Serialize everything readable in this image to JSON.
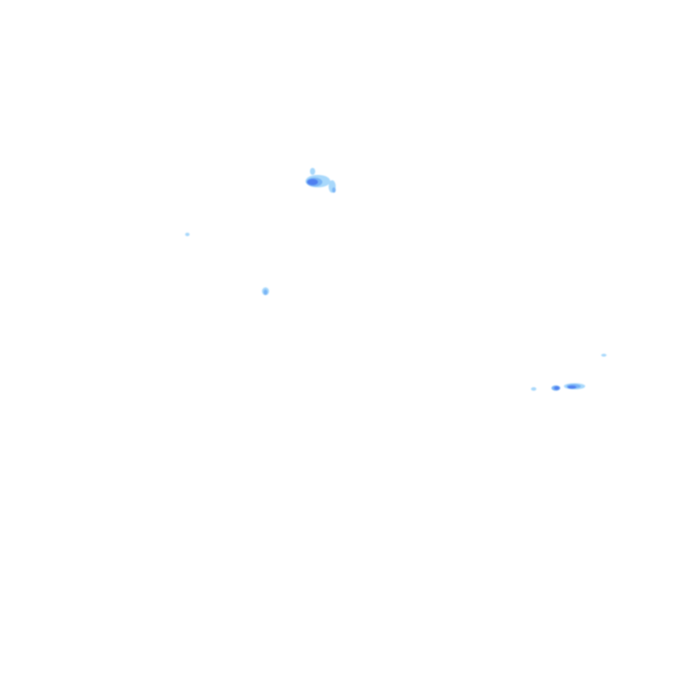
{
  "map": {
    "layer": "precipitation-radar",
    "background_color": "#ffffff",
    "intensity_colors": {
      "light": "#a8d8fb",
      "moderate": "#79b4f6",
      "heavy": "#4f7ff0"
    },
    "echo_clusters": [
      {
        "name": "north-cluster",
        "intensity": "heavy"
      },
      {
        "name": "west-speck",
        "intensity": "light"
      },
      {
        "name": "central-speck",
        "intensity": "moderate"
      },
      {
        "name": "east-cluster",
        "intensity": "heavy"
      },
      {
        "name": "east-speck",
        "intensity": "light"
      }
    ]
  }
}
